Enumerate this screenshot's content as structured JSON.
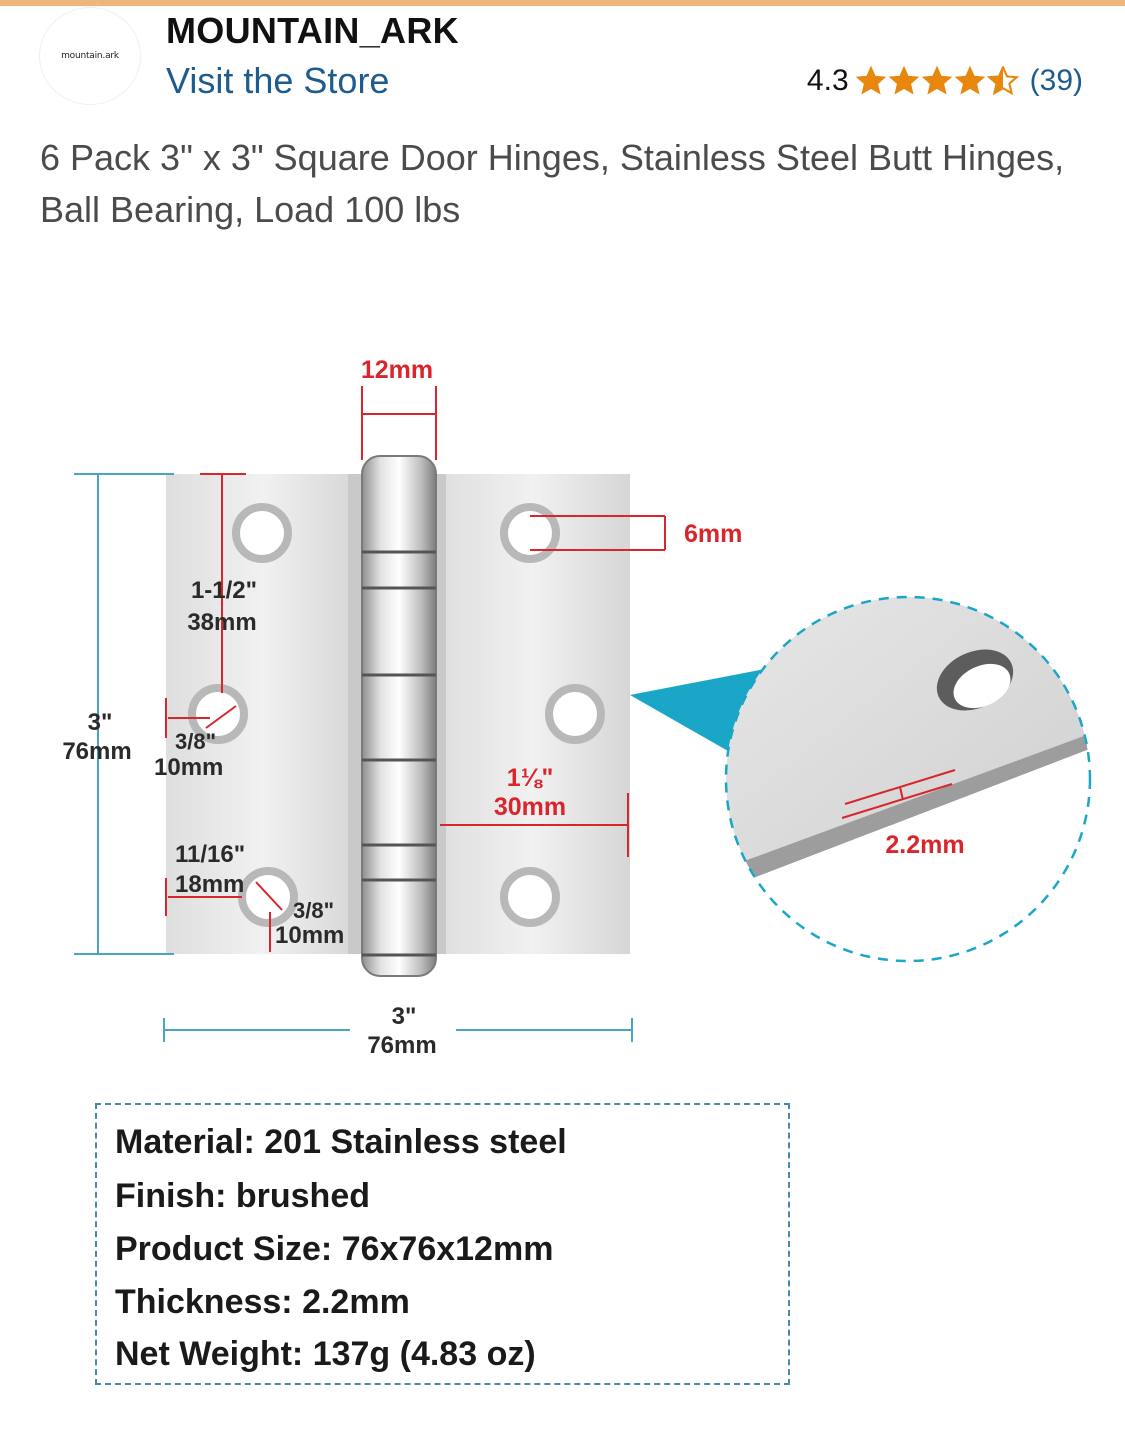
{
  "store": {
    "logo_text": "mountain.ark",
    "brand_name": "MOUNTAIN_ARK",
    "visit_store_label": "Visit the Store"
  },
  "rating": {
    "value": "4.3",
    "stars": 4.5,
    "review_count": "(39)",
    "star_color": "#e8870e"
  },
  "product": {
    "title": "6 Pack 3\" x 3\" Square Door Hinges, Stainless Steel Butt Hinges, Ball Bearing, Load 100 lbs"
  },
  "diagram": {
    "knuckle_width_label": "12mm",
    "hole_offset_label": "6mm",
    "height_inches": "3\"",
    "height_mm": "76mm",
    "hole_spacing_inches": "1-1/2\"",
    "hole_spacing_mm": "38mm",
    "hole_diameter_inches": "3/8\"",
    "hole_diameter_mm": "10mm",
    "edge_offset_inches": "11/16\"",
    "edge_offset_mm": "18mm",
    "bottom_hole_inches": "3/8\"",
    "bottom_hole_mm": "10mm",
    "leaf_offset_inches": "1⅛\"",
    "leaf_offset_mm": "30mm",
    "width_inches": "3\"",
    "width_mm": "76mm",
    "thickness_label": "2.2mm",
    "dim_color": "#d9262c",
    "dim_line_color": "#4aa5c4",
    "zoom_color": "#1aa7c7"
  },
  "specs": {
    "material": "Material: 201 Stainless steel",
    "finish": "Finish: brushed",
    "size": "Product Size: 76x76x12mm",
    "thickness": "Thickness: 2.2mm",
    "weight": "Net Weight: 137g (4.83 oz)"
  }
}
